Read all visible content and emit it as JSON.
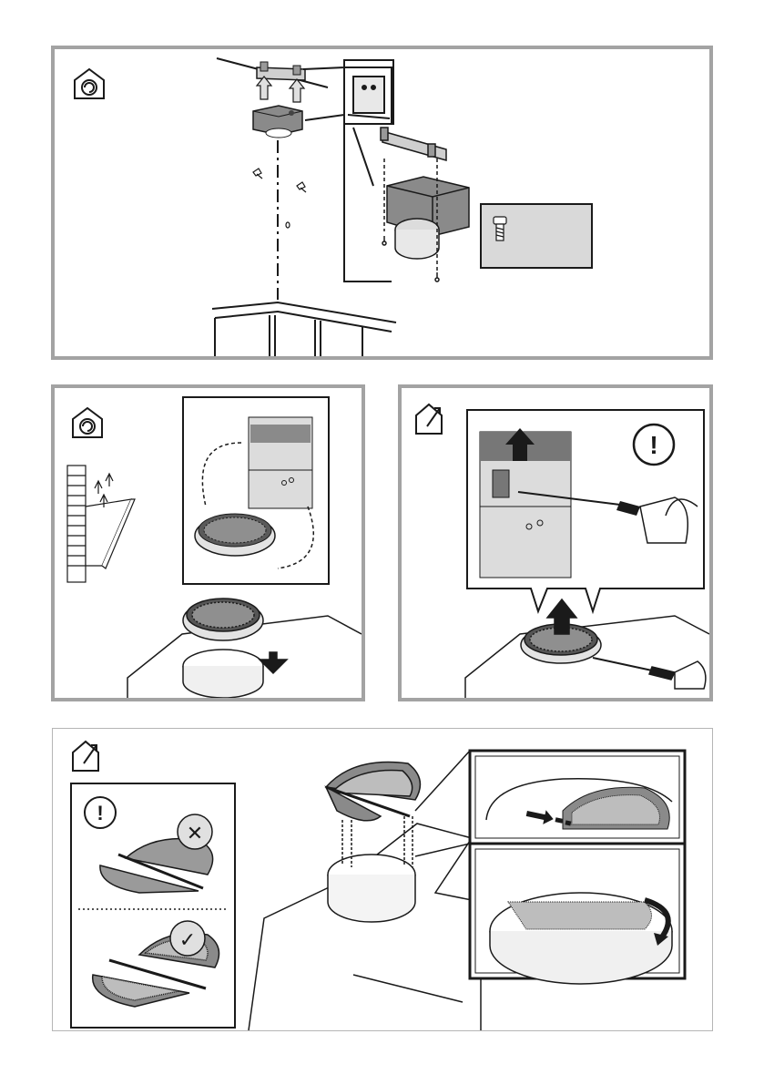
{
  "page": {
    "background": "#ffffff",
    "frame_color": "#a3a3a3"
  },
  "panels": [
    {
      "id": "step-1",
      "icon": "ducted-mode-icon",
      "description_visible": false
    },
    {
      "id": "step-2",
      "icon": "ducted-mode-icon",
      "description_visible": false
    },
    {
      "id": "step-3",
      "icon": "recirculation-mode-icon",
      "description_visible": false
    },
    {
      "id": "step-4",
      "icon": "recirculation-mode-icon",
      "description_visible": false
    }
  ],
  "symbols": {
    "warning": "!",
    "wrong": "✕",
    "correct": "✓"
  },
  "colors": {
    "line": "#1a1a1a",
    "part_dark": "#8a8a8a",
    "part_mid": "#bdbdbd",
    "part_light": "#e3e3e3",
    "callout_bg": "#d9d9d9"
  }
}
